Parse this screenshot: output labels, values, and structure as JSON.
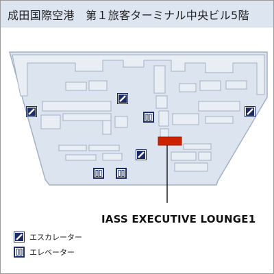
{
  "header": {
    "title": "成田国際空港　第１旅客ターミナル中央ビル5階"
  },
  "map": {
    "lounge_label": "IASS EXECUTIVE LOUNGE1",
    "colors": {
      "floor": "#dbe4ef",
      "wall": "#a3b1c4",
      "room": "#e9eef5",
      "highlight": "#cc2200",
      "icon": "#1b2b6b"
    }
  },
  "legend": {
    "items": [
      {
        "icon": "escalator-icon",
        "label": "エスカレーター"
      },
      {
        "icon": "elevator-icon",
        "label": "エレベーター"
      }
    ]
  }
}
